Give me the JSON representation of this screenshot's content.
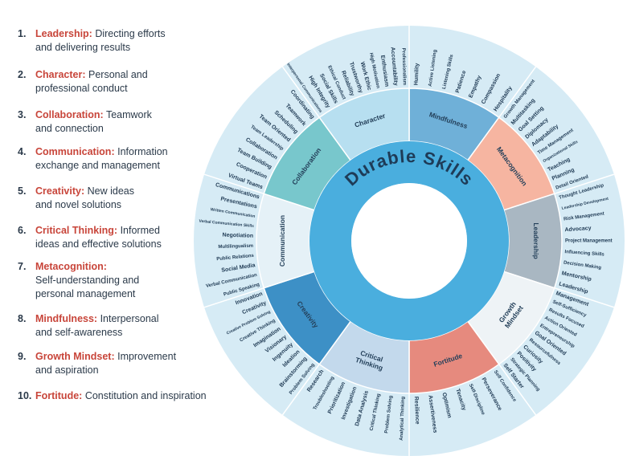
{
  "legend": [
    {
      "num": "1.",
      "name": "Leadership:",
      "desc1": "Directing efforts",
      "desc2": "and delivering results"
    },
    {
      "num": "2.",
      "name": "Character:",
      "desc1": "Personal and",
      "desc2": "professional conduct"
    },
    {
      "num": "3.",
      "name": "Collaboration:",
      "desc1": "Teamwork",
      "desc2": "and connection"
    },
    {
      "num": "4.",
      "name": "Communication:",
      "desc1": "Information",
      "desc2": "exchange and management"
    },
    {
      "num": "5.",
      "name": "Creativity:",
      "desc1": "New ideas",
      "desc2": "and novel solutions"
    },
    {
      "num": "6.",
      "name": "Critical Thinking:",
      "desc1": "Informed",
      "desc2": "ideas and effective solutions"
    },
    {
      "num": "7.",
      "name": "Metacognition:",
      "desc1": "",
      "desc2": "Self-understanding and",
      "desc3": "personal management"
    },
    {
      "num": "8.",
      "name": "Mindfulness:",
      "desc1": "Interpersonal",
      "desc2": "and self-awareness"
    },
    {
      "num": "9.",
      "name": "Growth Mindset:",
      "desc1": "Improvement",
      "desc2": "and aspiration"
    },
    {
      "num": "10.",
      "name": "Fortitude:",
      "desc1": "Constitution and inspiration",
      "desc2": ""
    }
  ],
  "center_title": "Durable Skills",
  "colors": {
    "center_ring": "#4aaede",
    "outer_band": "#d6ebf5",
    "divider": "#ffffff"
  },
  "categories": [
    {
      "name": "Mindfulness",
      "lines": [
        "Mindfulness"
      ],
      "color": "#6fb0d8",
      "skills": [
        "Humility",
        "Active Listening",
        "Listening Skills",
        "Patience",
        "Empathy",
        "Compassion",
        "Hospitality"
      ]
    },
    {
      "name": "Metacognition",
      "lines": [
        "Metacognition"
      ],
      "color": "#f6b5a1",
      "skills": [
        "Growth Management",
        "Multitasking",
        "Goal Setting",
        "Diplomacy",
        "Adaptability",
        "Time Management",
        "Organizational Skills",
        "Teaching",
        "Planning",
        "Detail Oriented"
      ]
    },
    {
      "name": "Leadership",
      "lines": [
        "Leadership"
      ],
      "color": "#a9b7c2",
      "skills": [
        "Thought Leadership",
        "Leadership Development",
        "Risk Management",
        "Advocacy",
        "Project Management",
        "Influencing Skills",
        "Decision Making",
        "Mentorship",
        "Leadership"
      ]
    },
    {
      "name": "Growth Mindset",
      "lines": [
        "Growth",
        "Mindset"
      ],
      "color": "#eef3f6",
      "skills": [
        "Management",
        "Self-Sufficiency",
        "Results Focused",
        "Action Oriented",
        "Entrepreneurship",
        "Goal Oriented",
        "Resourcefulness",
        "Curiosity",
        "Positivity",
        "Strategic Planning",
        "Self Starter"
      ]
    },
    {
      "name": "Fortitude",
      "lines": [
        "Fortitude"
      ],
      "color": "#e68a7e",
      "skills": [
        "Self Confidence",
        "Perseverance",
        "Self-Discipline",
        "Tenacity",
        "Optimism",
        "Assertiveness",
        "Resilience"
      ]
    },
    {
      "name": "Critical Thinking",
      "lines": [
        "Critical",
        "Thinking"
      ],
      "color": "#c3d9ec",
      "skills": [
        "Analytical Thinking",
        "Problem Solving",
        "Critical Thinking",
        "Data Analysis",
        "Investigation",
        "Prioritization",
        "Troubleshooting",
        "Research"
      ]
    },
    {
      "name": "Creativity",
      "lines": [
        "Creativity"
      ],
      "color": "#3d90c6",
      "skills": [
        "Problem Solving",
        "Brainstorming",
        "Ideation",
        "Ingenuity",
        "Visionary",
        "Imagination",
        "Creative Thinking",
        "Creative Problem Solving",
        "Creativity",
        "Innovation"
      ]
    },
    {
      "name": "Communication",
      "lines": [
        "Communication"
      ],
      "color": "#e5f1f7",
      "skills": [
        "Public Speaking",
        "Verbal Communication",
        "Social Media",
        "Public Relations",
        "Multilingualism",
        "Negotiation",
        "Verbal Communication Skills",
        "Written Communication",
        "Presentations",
        "Communications"
      ]
    },
    {
      "name": "Collaboration",
      "lines": [
        "Collaboration"
      ],
      "color": "#78c7cc",
      "skills": [
        "Virtual Teams",
        "Cooperation",
        "Team Building",
        "Collaboration",
        "Team Leadership",
        "Team Oriented",
        "Scheduling",
        "Teamwork",
        "Coordinating"
      ]
    },
    {
      "name": "Character",
      "lines": [
        "Character"
      ],
      "color": "#b7dff0",
      "skills": [
        "Interpersonal Communications",
        "High Integrity",
        "Social Skills",
        "Ethical Conduct",
        "Reliability",
        "Trustworthy",
        "Work Ethic",
        "High Motivation",
        "Enthusiasm",
        "Accountability",
        "Professionalism"
      ]
    }
  ]
}
